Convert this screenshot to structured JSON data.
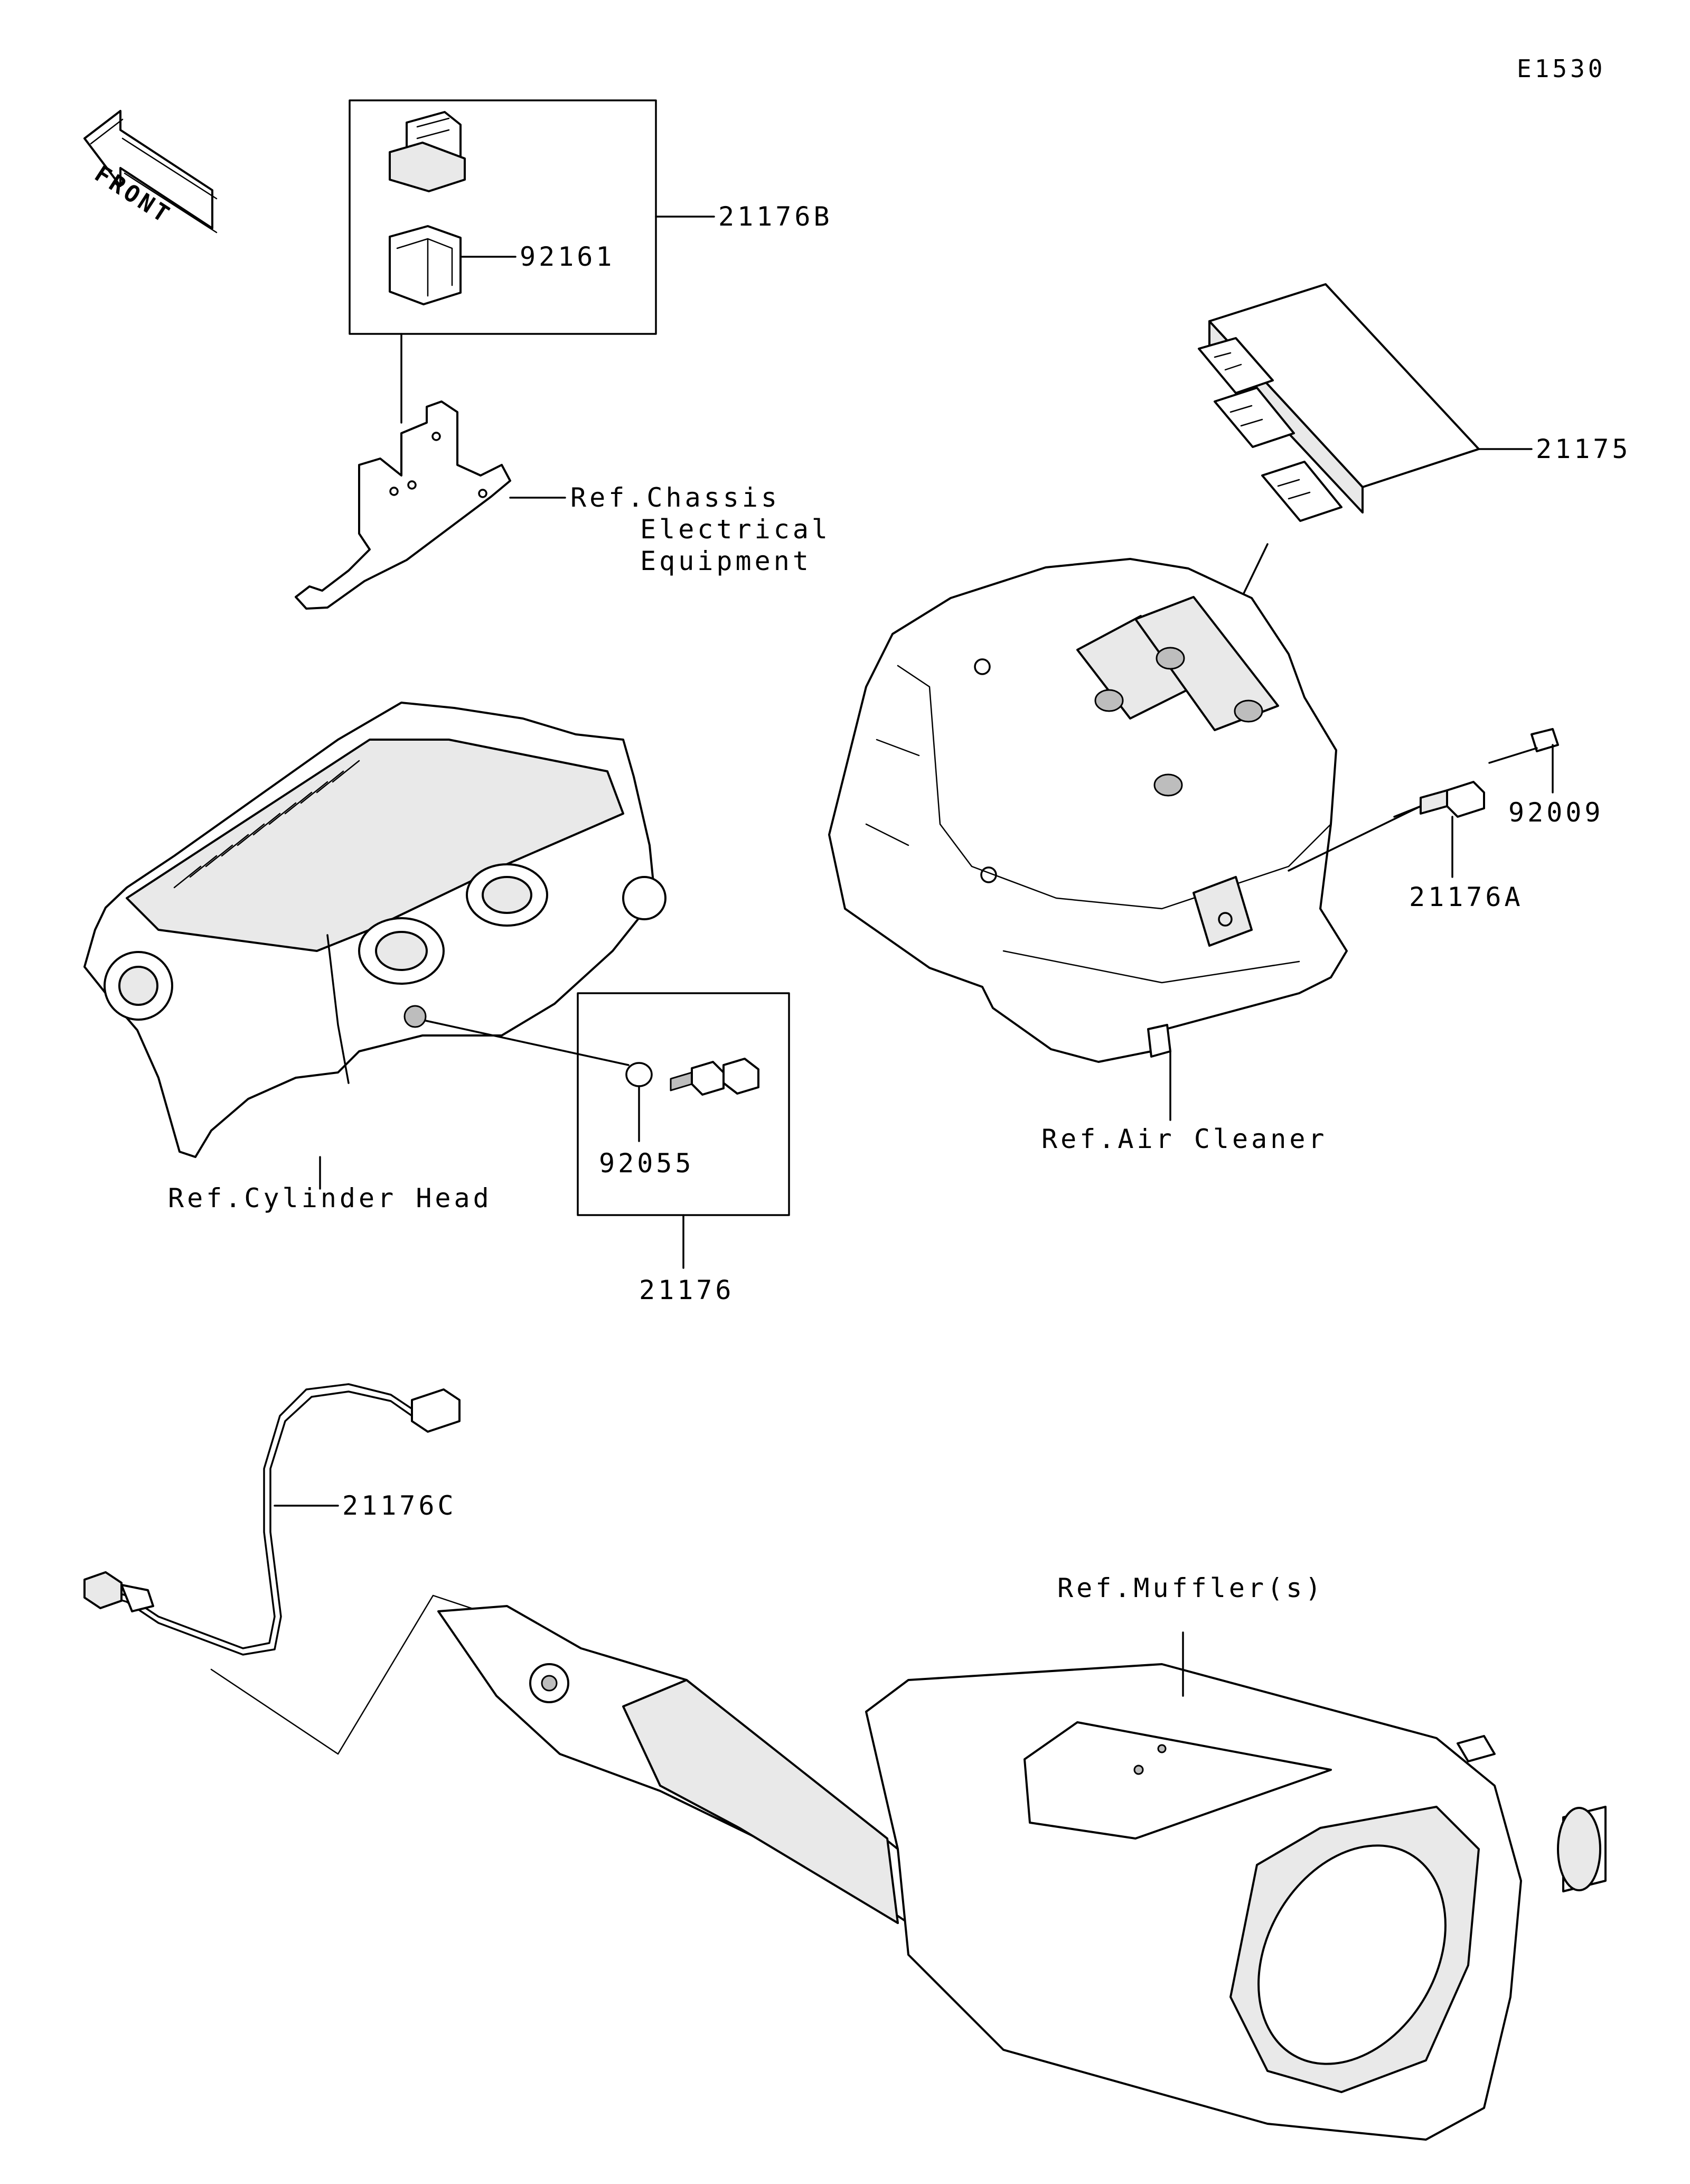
{
  "diagram_code": "E1530",
  "front_arrow": {
    "text": "FRONT",
    "icon": "front-direction-arrow"
  },
  "callouts": {
    "relay_assembly": "21176B",
    "relay_cover": "92161",
    "ecu": "21175",
    "bracket_ref_line1": "Ref.Chassis",
    "bracket_ref_line2": "Electrical",
    "bracket_ref_line3": "Equipment",
    "bolt": "92009",
    "intake_air_temp_sensor": "21176A",
    "air_cleaner_ref": "Ref.Air Cleaner",
    "cylinder_head_ref": "Ref.Cylinder Head",
    "gasket": "92055",
    "water_temp_sensor": "21176",
    "oxygen_sensor": "21176C",
    "muffler_ref": "Ref.Muffler(s)"
  }
}
